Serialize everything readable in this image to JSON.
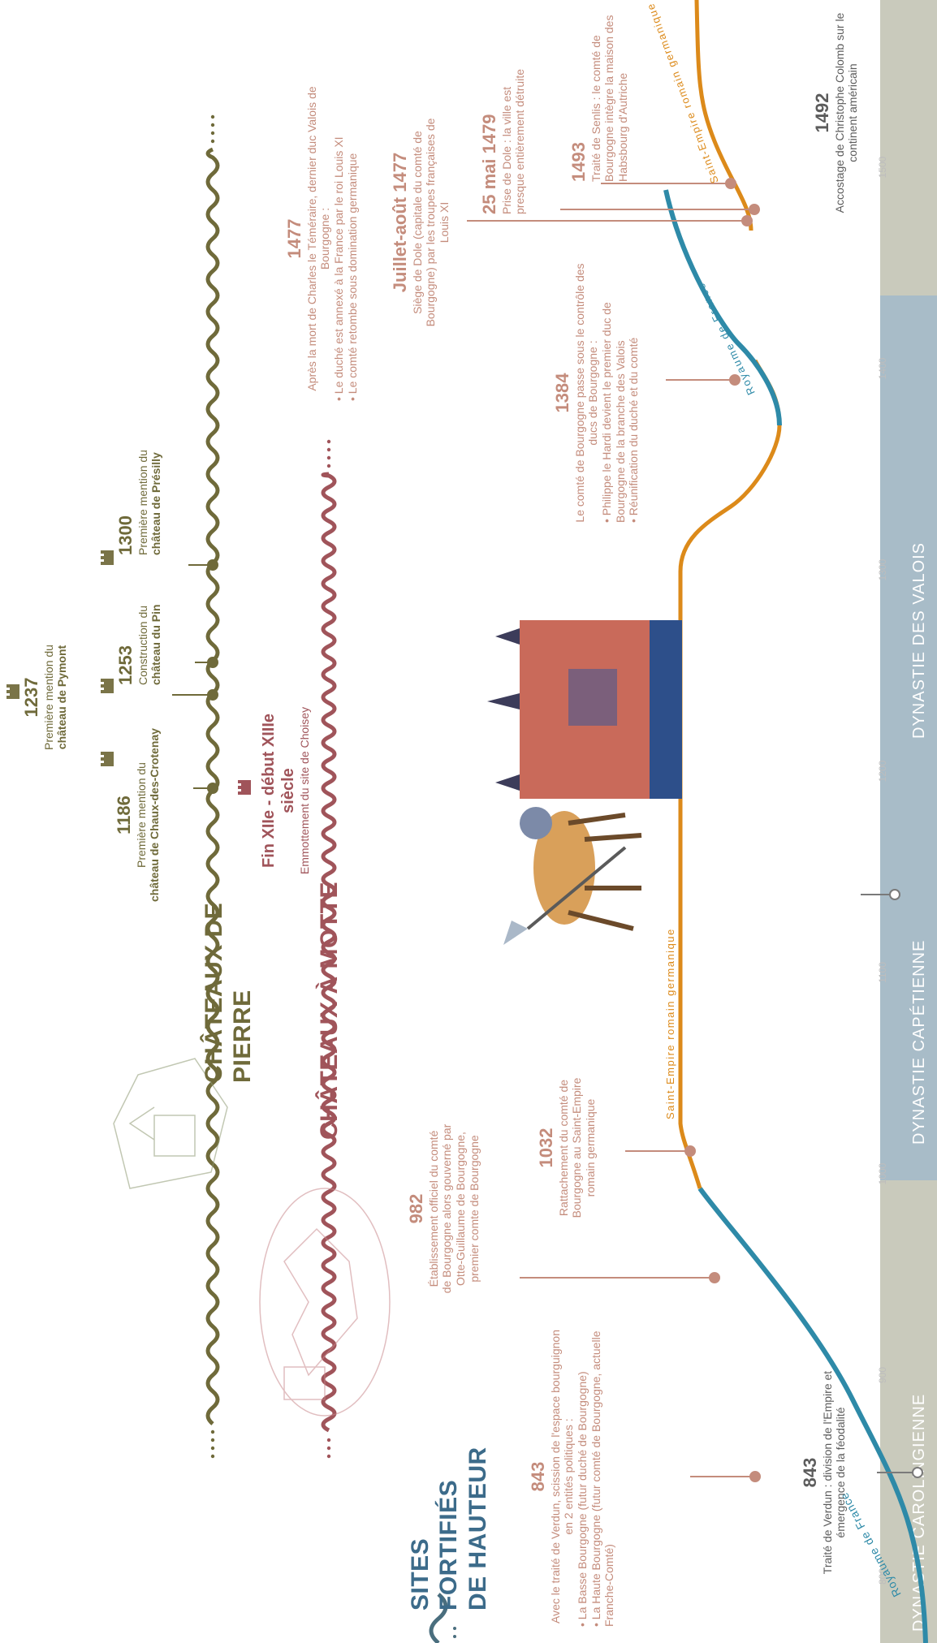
{
  "sections": {
    "hauteur_line1": "SITES FORTIFIÉS",
    "hauteur_line2": "DE HAUTEUR",
    "motte": "CHÂTEAUX À MOTTE",
    "pierre": "CHÂTEAUX DE PIERRE"
  },
  "dynasties": [
    {
      "label": "DYNASTIE CAROLINGIENNE",
      "color": "#c9cabc"
    },
    {
      "label": "DYNASTIE CAPÉTIENNE",
      "color": "#a8bcc8"
    },
    {
      "label": "DYNASTIE DES VALOIS",
      "color": "#a8bcc8"
    }
  ],
  "axis_ticks": [
    "800",
    "900",
    "1000",
    "1100",
    "1200",
    "1300",
    "1400",
    "1500"
  ],
  "rivers": {
    "france": "Royaume de France",
    "empire": "Saint-Empire romain germanique"
  },
  "events": {
    "e843_top": {
      "year": "843",
      "text": "Avec le traité de Verdun, scission de l'espace bourguignon en 2 entités politiques :",
      "bullets": [
        "La Basse Bourgogne (futur duché de Bourgogne)",
        "La Haute Bourgogne (futur comté de Bourgogne, actuelle Franche-Comté)"
      ]
    },
    "e843_bottom": {
      "year": "843",
      "text": "Traité de Verdun : division de l'Empire et émergence de la féodalité"
    },
    "e982": {
      "year": "982",
      "text": "Établissement officiel du comté de Bourgogne alors gouverné par Otte-Guillaume de Bourgogne, premier comte de Bourgogne"
    },
    "e1032": {
      "year": "1032",
      "text": "Rattachement du comté de Bourgogne au Saint-Empire romain germanique"
    },
    "e1384": {
      "year": "1384",
      "text": "Le comté de Bourgogne passe sous le contrôle des ducs de Bourgogne :",
      "bullets": [
        "Philippe le Hardi devient le premier duc de Bourgogne de la branche des Valois",
        "Réunification du duché et du comté"
      ]
    },
    "e1477": {
      "year": "1477",
      "text": "Après la mort de Charles le Téméraire, dernier duc Valois de Bourgogne :",
      "bullets": [
        "Le duché est annexé à la France par le roi Louis XI",
        "Le comté retombe sous domination germanique"
      ]
    },
    "e1477b": {
      "year": "Juillet-août 1477",
      "text": "Siège de Dole (capitale du comté de Bourgogne) par les troupes françaises de Louis XI"
    },
    "e1479": {
      "year": "25 mai 1479",
      "text": "Prise de Dole : la ville est presque entièrement détruite"
    },
    "e1492": {
      "year": "1492",
      "text": "Accostage de Christophe Colomb sur le continent américain"
    },
    "e1493": {
      "year": "1493",
      "text": "Traité de Senlis : le comté de Bourgogne intègre la maison des Habsbourg d'Autriche"
    },
    "motte_event": {
      "year": "Fin XIIe - début XIIIe siècle",
      "text": "Emmottement du site de Choisey"
    },
    "c1186": {
      "year": "1186",
      "pre": "Première mention du",
      "name": "château de Chaux-des-Crotenay"
    },
    "c1237": {
      "year": "1237",
      "pre": "Première mention du",
      "name": "château de Pymont"
    },
    "c1253": {
      "year": "1253",
      "pre": "Construction du",
      "name": "château du Pin"
    },
    "c1300": {
      "year": "1300",
      "pre": "Première mention du",
      "name": "château de Présilly"
    }
  }
}
